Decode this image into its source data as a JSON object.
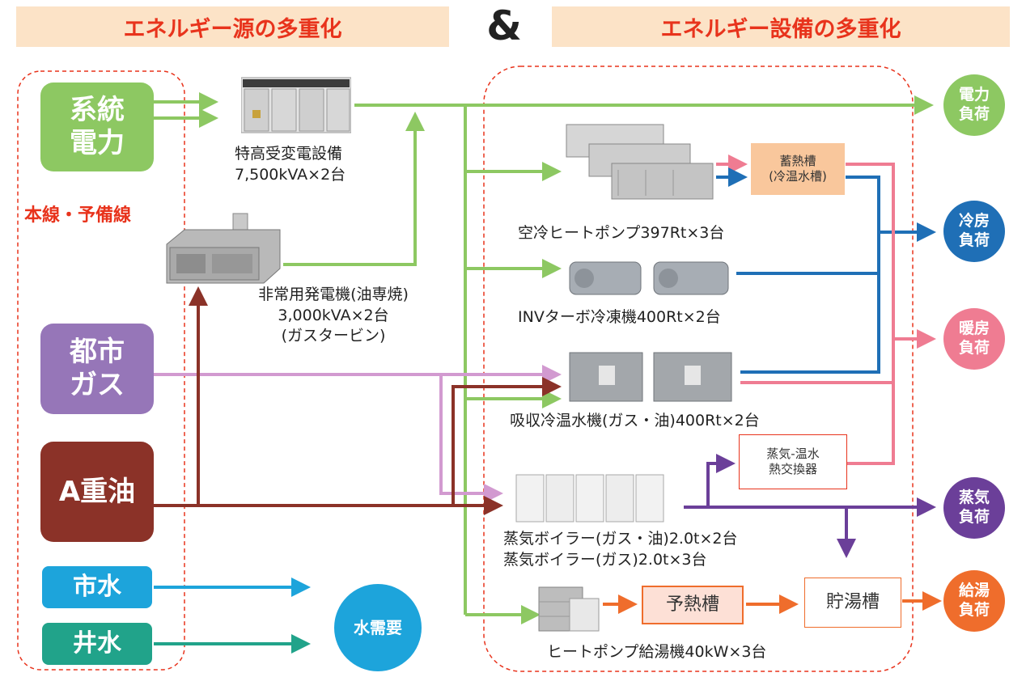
{
  "header": {
    "left_title": "エネルギー源の多重化",
    "amp": "&",
    "right_title": "エネルギー設備の多重化"
  },
  "sources": {
    "grid": "系統\n電力",
    "grid_note": "本線・予備線",
    "gas": "都市\nガス",
    "oil": "A重油",
    "city_water": "市水",
    "well_water": "井水"
  },
  "water_demand": "水需要",
  "equipment": {
    "substation": "特高受変電設備\n7,500kVA×2台",
    "generator": "非常用発電機(油専焼)\n3,000kVA×2台\n(ガスタービン)",
    "air_heat_pump": "空冷ヒートポンプ397Rt×3台",
    "turbo_chiller": "INVターボ冷凍機400Rt×2台",
    "absorption_chiller": "吸収冷温水機(ガス・油)400Rt×2台",
    "steam_boiler": "蒸気ボイラー(ガス・油)2.0t×2台\n蒸気ボイラー(ガス)2.0t×3台",
    "hp_water_heater": "ヒートポンプ給湯機40kW×3台",
    "thermal_storage": "蓄熱槽\n(冷温水槽)",
    "heat_exchanger": "蒸気-温水\n熱交換器",
    "preheat_tank": "予熱槽",
    "hot_water_tank": "貯湯槽"
  },
  "loads": {
    "power": "電力\n負荷",
    "cooling": "冷房\n負荷",
    "heating": "暖房\n負荷",
    "steam": "蒸気\n負荷",
    "hot_water": "給湯\n負荷"
  },
  "colors": {
    "header_bg": "#fce3c7",
    "header_text": "#e8331c",
    "grid": "#8dc862",
    "gas": "#9676b8",
    "oil": "#8b3228",
    "city_water": "#1da4db",
    "well_water": "#21a38a",
    "cooling": "#1f6fb6",
    "heating": "#ef7c92",
    "steam": "#6b3f99",
    "hot_water": "#ef6d2c",
    "gas_line": "#d29ad0",
    "dashed": "#e8331c"
  }
}
